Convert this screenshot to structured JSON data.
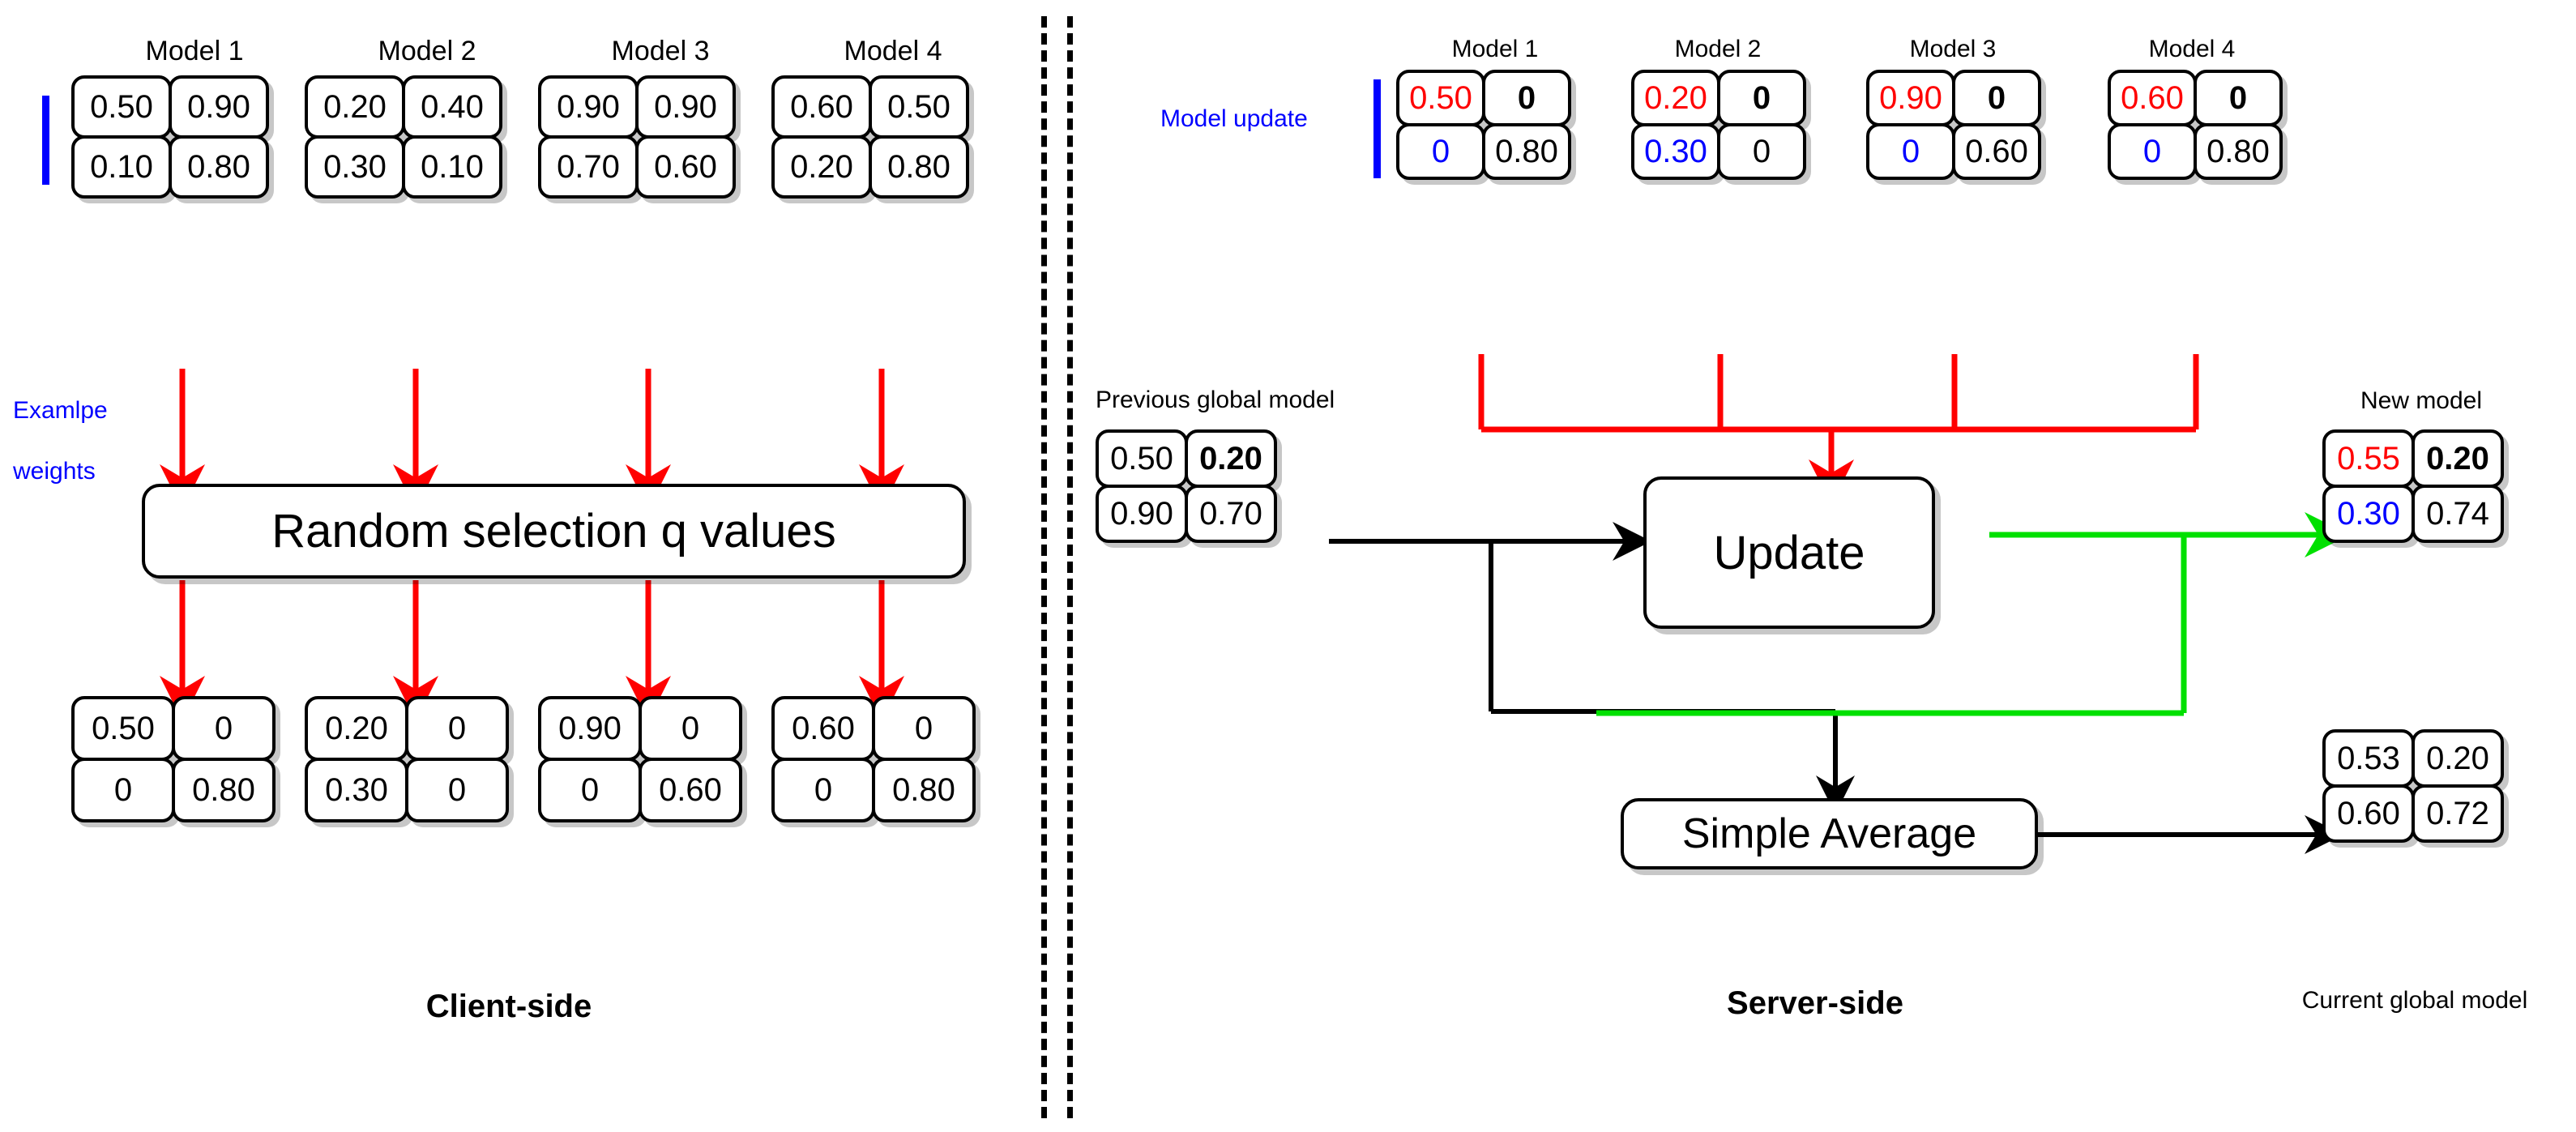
{
  "diagram": {
    "title": "Federated learning client-side / server-side update diagram",
    "colors": {
      "red": "#ff0000",
      "blue": "#0000ff",
      "green": "#00e000",
      "black": "#000000"
    }
  },
  "left_panel": {
    "section_label": "Client-side",
    "annotation": {
      "line1": "Examlpe",
      "line2": "weights"
    },
    "model_headers": [
      "Model  1",
      "Model 2",
      "Model 3",
      "Model 4"
    ],
    "top_matrices": [
      {
        "name": "Model  1",
        "values": [
          [
            "0.50",
            "0.90"
          ],
          [
            "0.10",
            "0.80"
          ]
        ]
      },
      {
        "name": "Model 2",
        "values": [
          [
            "0.20",
            "0.40"
          ],
          [
            "0.30",
            "0.10"
          ]
        ]
      },
      {
        "name": "Model 3",
        "values": [
          [
            "0.90",
            "0.90"
          ],
          [
            "0.70",
            "0.60"
          ]
        ]
      },
      {
        "name": "Model 4",
        "values": [
          [
            "0.60",
            "0.50"
          ],
          [
            "0.20",
            "0.80"
          ]
        ]
      }
    ],
    "process_box": "Random selection q values",
    "bottom_matrices": [
      {
        "name": "Model  1",
        "values": [
          [
            "0.50",
            "0"
          ],
          [
            "0",
            "0.80"
          ]
        ]
      },
      {
        "name": "Model 2",
        "values": [
          [
            "0.20",
            "0"
          ],
          [
            "0.30",
            "0"
          ]
        ]
      },
      {
        "name": "Model 3",
        "values": [
          [
            "0.90",
            "0"
          ],
          [
            "0",
            "0.60"
          ]
        ]
      },
      {
        "name": "Model 4",
        "values": [
          [
            "0.60",
            "0"
          ],
          [
            "0",
            "0.80"
          ]
        ]
      }
    ]
  },
  "right_panel": {
    "section_label": "Server-side",
    "model_update_label": "Model update",
    "model_headers": [
      "Model  1",
      "Model 2",
      "Model 3",
      "Model 4"
    ],
    "update_matrices": [
      {
        "name": "Model  1",
        "values": [
          [
            "0.50",
            "0"
          ],
          [
            "0",
            "0.80"
          ]
        ],
        "styles": [
          [
            "red",
            "bold"
          ],
          [
            "blue",
            "plain"
          ]
        ]
      },
      {
        "name": "Model 2",
        "values": [
          [
            "0.20",
            "0"
          ],
          [
            "0.30",
            "0"
          ]
        ],
        "styles": [
          [
            "red",
            "bold"
          ],
          [
            "blue",
            "plain"
          ]
        ]
      },
      {
        "name": "Model 3",
        "values": [
          [
            "0.90",
            "0"
          ],
          [
            "0",
            "0.60"
          ]
        ],
        "styles": [
          [
            "red",
            "bold"
          ],
          [
            "blue",
            "plain"
          ]
        ]
      },
      {
        "name": "Model 4",
        "values": [
          [
            "0.60",
            "0"
          ],
          [
            "0",
            "0.80"
          ]
        ],
        "styles": [
          [
            "red",
            "bold"
          ],
          [
            "blue",
            "plain"
          ]
        ]
      }
    ],
    "previous_global_model": {
      "label": "Previous global model",
      "values": [
        [
          "0.50",
          "0.20"
        ],
        [
          "0.90",
          "0.70"
        ]
      ],
      "styles": [
        [
          "plain",
          "bold"
        ],
        [
          "plain",
          "plain"
        ]
      ]
    },
    "update_box": "Update",
    "simple_average_box": "Simple Average",
    "new_model": {
      "label": "New model",
      "values": [
        [
          "0.55",
          "0.20"
        ],
        [
          "0.30",
          "0.74"
        ]
      ],
      "styles": [
        [
          "red",
          "bold"
        ],
        [
          "blue",
          "plain"
        ]
      ]
    },
    "current_global_model": {
      "label": "Current global model",
      "values": [
        [
          "0.53",
          "0.20"
        ],
        [
          "0.60",
          "0.72"
        ]
      ],
      "styles": [
        [
          "plain",
          "plain"
        ],
        [
          "plain",
          "plain"
        ]
      ]
    }
  }
}
